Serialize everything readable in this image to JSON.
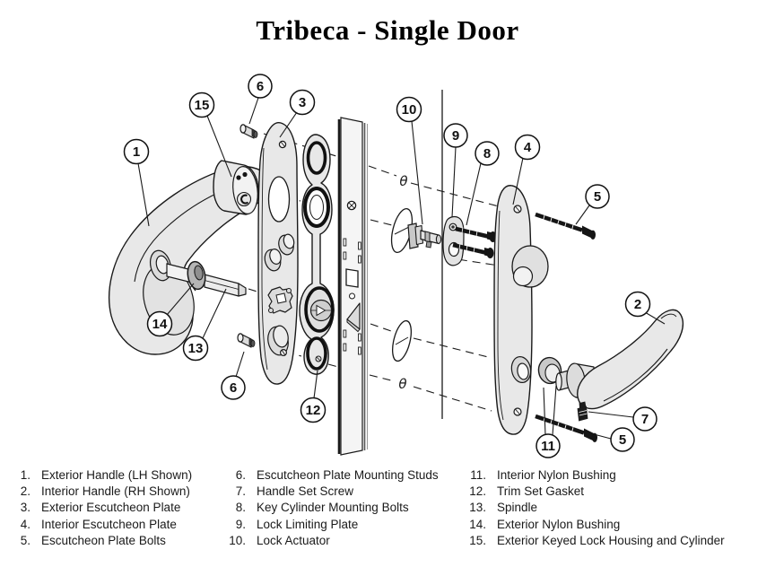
{
  "title": "Tribeca - Single Door",
  "diagram": {
    "screw_symbol": "θ",
    "callouts": {
      "c1": "1",
      "c2": "2",
      "c3": "3",
      "c4": "4",
      "c5_top": "5",
      "c5_bottom": "5",
      "c6_top": "6",
      "c6_bottom": "6",
      "c7": "7",
      "c8": "8",
      "c9": "9",
      "c10": "10",
      "c11": "11",
      "c12": "12",
      "c13": "13",
      "c14": "14",
      "c15": "15"
    },
    "colors": {
      "line": "#1a1a1a",
      "part_fill": "#e8e8e8",
      "hardware_fill": "#151515",
      "background": "#ffffff"
    }
  },
  "parts_list": {
    "columns": [
      {
        "items": [
          {
            "num": "1.",
            "label": "Exterior Handle (LH Shown)"
          },
          {
            "num": "2.",
            "label": "Interior Handle (RH Shown)"
          },
          {
            "num": "3.",
            "label": "Exterior Escutcheon Plate"
          },
          {
            "num": "4.",
            "label": "Interior Escutcheon Plate"
          },
          {
            "num": "5.",
            "label": "Escutcheon Plate Bolts"
          }
        ]
      },
      {
        "items": [
          {
            "num": "6.",
            "label": "Escutcheon Plate Mounting Studs"
          },
          {
            "num": "7.",
            "label": "Handle Set Screw"
          },
          {
            "num": "8.",
            "label": "Key Cylinder Mounting Bolts"
          },
          {
            "num": "9.",
            "label": "Lock Limiting Plate"
          },
          {
            "num": "10.",
            "label": "Lock Actuator"
          }
        ]
      },
      {
        "items": [
          {
            "num": "11.",
            "label": "Interior Nylon Bushing"
          },
          {
            "num": "12.",
            "label": "Trim Set Gasket"
          },
          {
            "num": "13.",
            "label": "Spindle"
          },
          {
            "num": "14.",
            "label": "Exterior Nylon Bushing"
          },
          {
            "num": "15.",
            "label": "Exterior Keyed Lock Housing and Cylinder"
          }
        ]
      }
    ]
  }
}
